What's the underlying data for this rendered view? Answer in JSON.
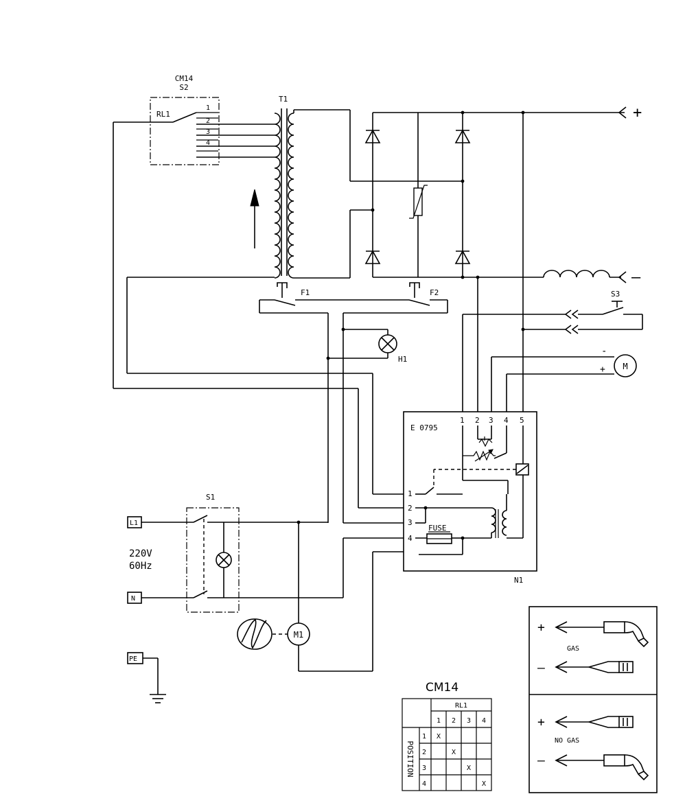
{
  "selector": {
    "title": "CM14",
    "subtitle": "S2",
    "relay": "RL1",
    "positions": [
      "1",
      "2",
      "3",
      "4"
    ]
  },
  "transformer": {
    "label": "T1"
  },
  "outputs": {
    "plus": "+",
    "minus": "—"
  },
  "thermal": {
    "f1": "F1",
    "f2": "F2"
  },
  "trigger": {
    "label": "S3"
  },
  "lamp": {
    "label": "H1"
  },
  "motor": {
    "minus": "-",
    "plus": "+",
    "symbol": "M"
  },
  "board": {
    "code": "E 0795",
    "label": "N1",
    "top_terminals": [
      "1",
      "2",
      "3",
      "4",
      "5"
    ],
    "left_terminals": [
      "1",
      "2",
      "3",
      "4"
    ],
    "fuse": "FUSE"
  },
  "mains": {
    "switch": "S1",
    "l1": "L1",
    "n": "N",
    "pe": "PE",
    "voltage": "220V",
    "freq": "60Hz"
  },
  "fan": {
    "motor": "M1"
  },
  "gas_panel": {
    "gas": "GAS",
    "no_gas": "NO GAS",
    "plus": "+",
    "minus": "—"
  },
  "table": {
    "title": "CM14",
    "col_header": "RL1",
    "row_header": "POSITION",
    "cols": [
      "1",
      "2",
      "3",
      "4"
    ],
    "rows": [
      {
        "label": "1",
        "cells": [
          "X",
          "",
          "",
          ""
        ]
      },
      {
        "label": "2",
        "cells": [
          "",
          "X",
          "",
          ""
        ]
      },
      {
        "label": "3",
        "cells": [
          "",
          "",
          "X",
          ""
        ]
      },
      {
        "label": "4",
        "cells": [
          "",
          "",
          "",
          "X"
        ]
      }
    ]
  }
}
